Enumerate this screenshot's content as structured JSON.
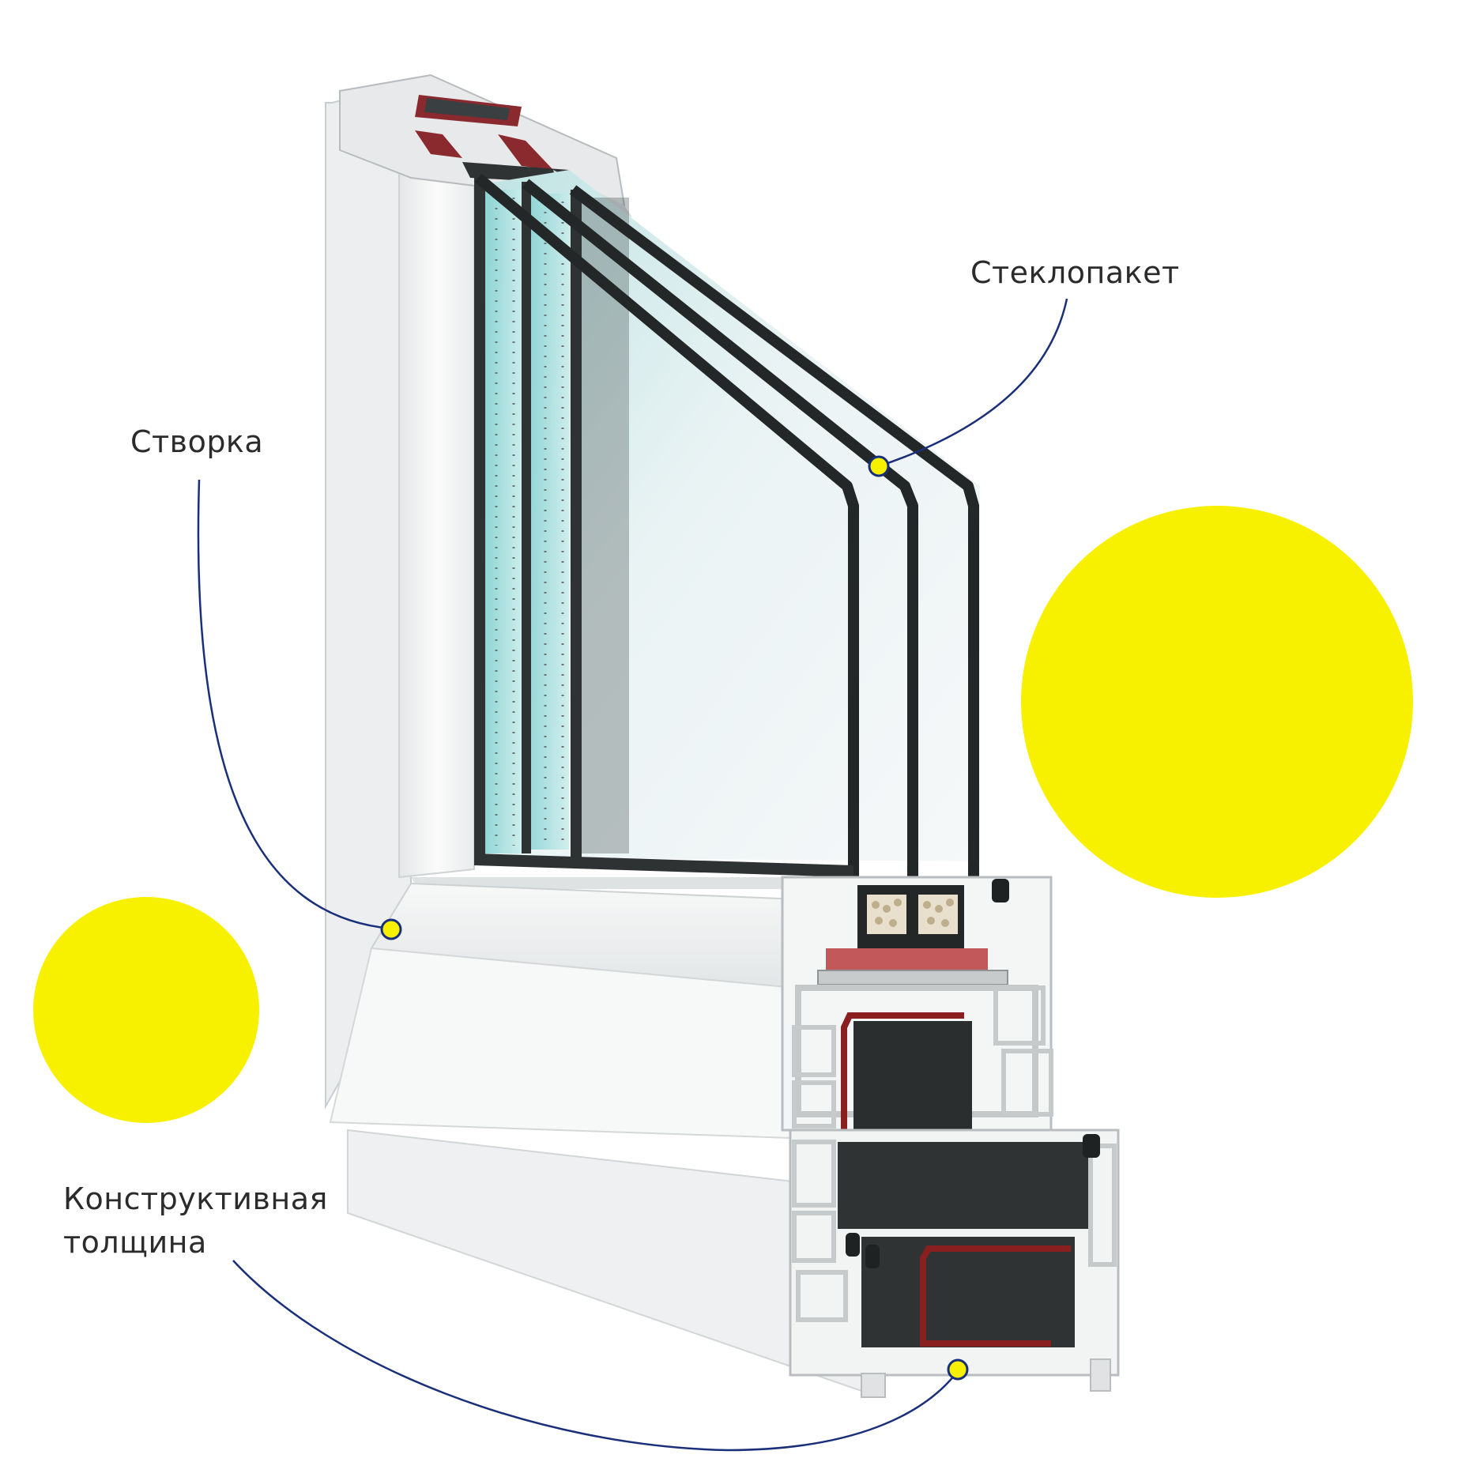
{
  "labels": {
    "glass_unit": "Стеклопакет",
    "sash": "Створка",
    "depth_line1": "Конструктивная",
    "depth_line2": "толщина"
  },
  "colors": {
    "accent_yellow": "#F7F100",
    "leader_line": "#1a2f7a",
    "pvc_white": "#f3f4f4",
    "pvc_shade": "#d6d9da",
    "gasket_black": "#1e2223",
    "reinforcement_red": "#8a1f1f",
    "glass_tint": "#cfe6e8"
  },
  "icons": {
    "callout_marker": "yellow-dot-marker",
    "illustration": "pvc-window-profile-cross-section"
  }
}
